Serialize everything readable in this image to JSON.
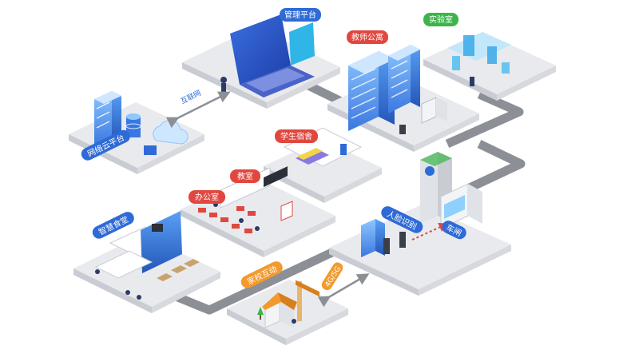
{
  "colors": {
    "tile_top": "#e9eaee",
    "tile_side": "#c9ccd3",
    "road": "#8c8f96",
    "blue": "#2f6bd6",
    "red": "#e0483f",
    "green": "#3bb54a",
    "orange": "#f29a2e",
    "cyan": "#2fb6e6"
  },
  "labels": {
    "mgmt": "管理平台",
    "teacher_apt": "教师公寓",
    "lab": "实验室",
    "internet": "互联网",
    "cloud": "网络云平台",
    "dorm": "学生宿舍",
    "classroom": "教室",
    "office": "办公室",
    "canteen": "智慧食堂",
    "gate": "人脸识别",
    "vehicle": "车闸",
    "home": "家校互动",
    "net": "4G/5G"
  }
}
